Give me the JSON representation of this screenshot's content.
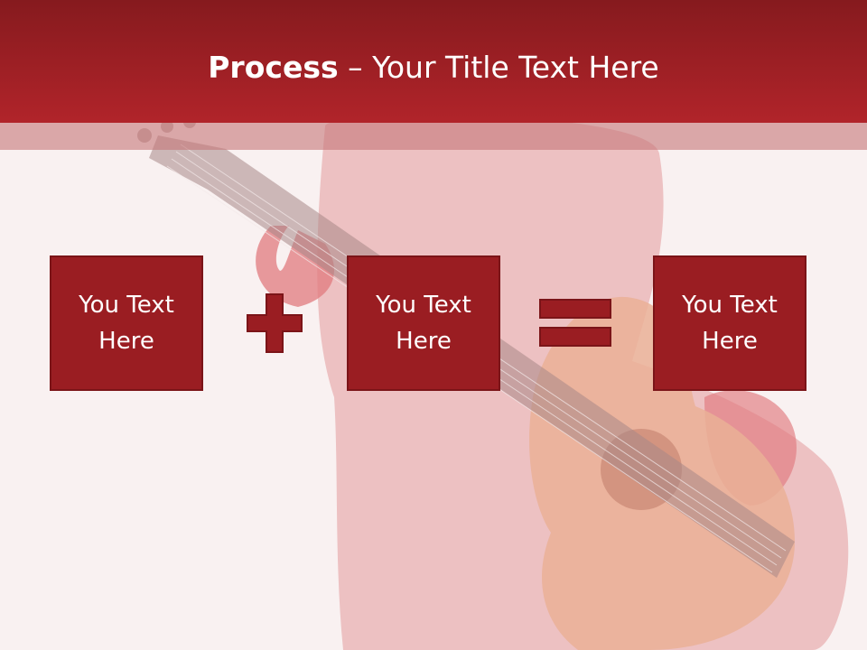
{
  "slide": {
    "title_bold": "Process",
    "title_rest": " – Your Title Text Here",
    "boxes": [
      {
        "text": "You Text Here"
      },
      {
        "text": "You Text Here"
      },
      {
        "text": "You Text Here"
      }
    ],
    "operators": [
      "plus-icon",
      "equals-icon"
    ]
  },
  "colors": {
    "header": "#a8222a",
    "box_fill": "#9a1d22",
    "box_border": "#7b1418",
    "background": "#f9f1f1",
    "text": "#ffffff"
  }
}
